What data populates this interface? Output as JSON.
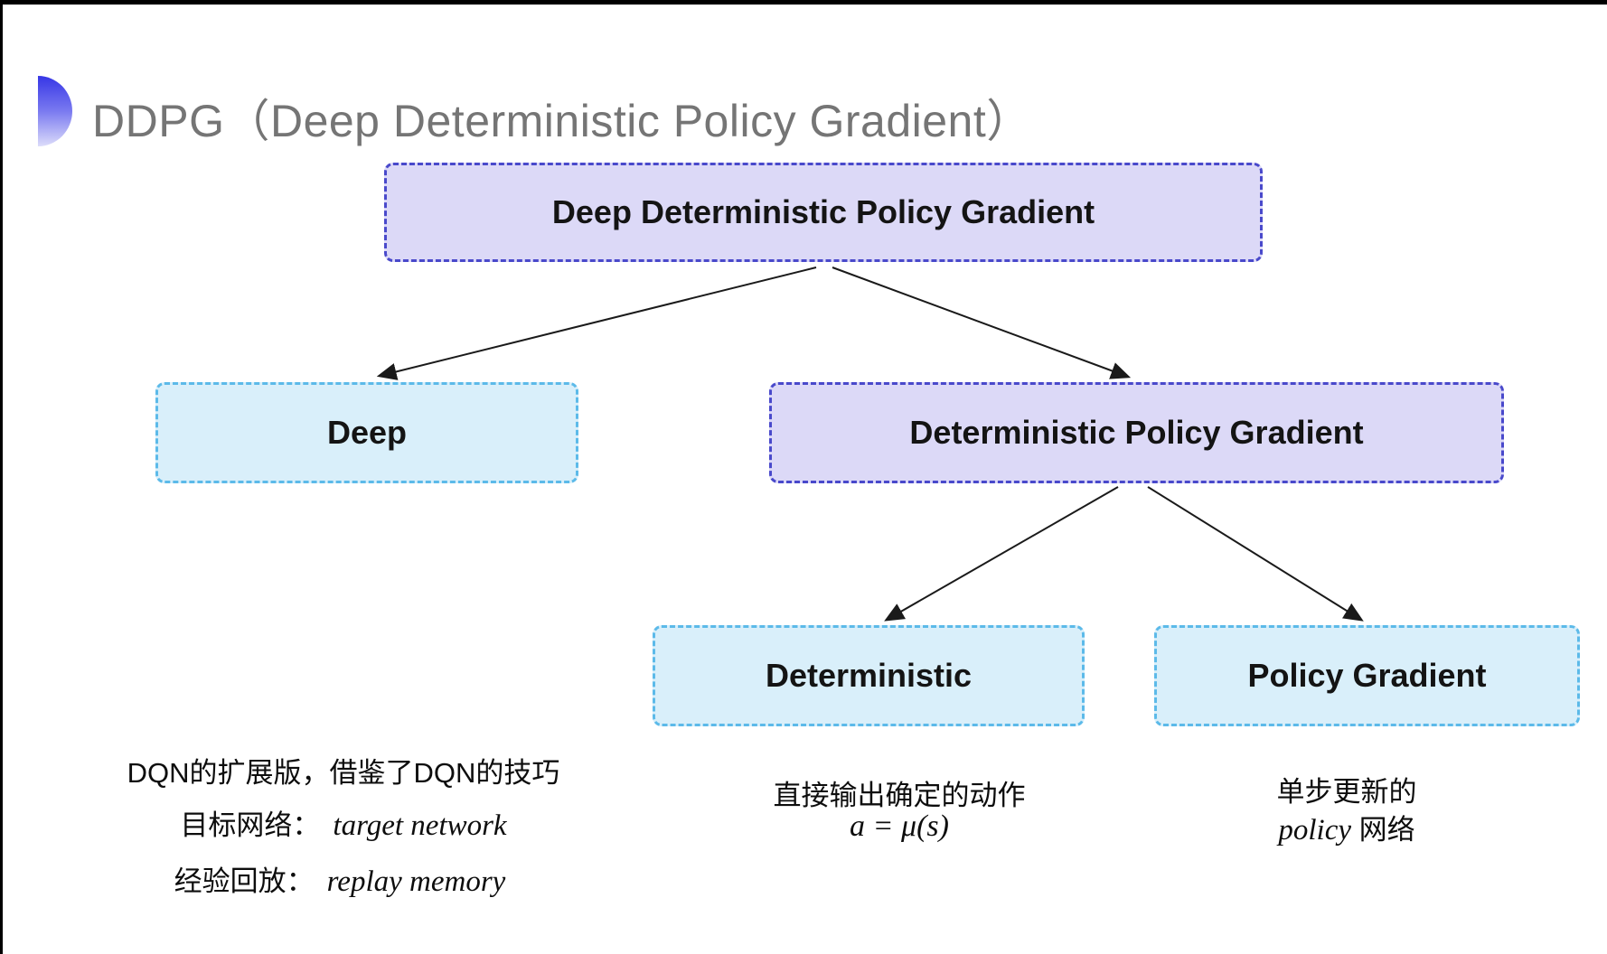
{
  "title": {
    "text": "DDPG（Deep Deterministic Policy Gradient）"
  },
  "colors": {
    "frame": "#000000",
    "title_color": "#757575",
    "bullet_top": "#3636e6",
    "bullet_bottom": "#dcdcfa",
    "purple_fill": "#dcd9f7",
    "purple_border": "#4949cb",
    "cyan_fill": "#d9effa",
    "cyan_border": "#5cbae9",
    "arrow": "#1a1a1a"
  },
  "nodes": {
    "root": {
      "label": "Deep Deterministic Policy Gradient"
    },
    "deep": {
      "label": "Deep"
    },
    "dpg": {
      "label": "Deterministic Policy Gradient"
    },
    "deterministic": {
      "label": "Deterministic"
    },
    "policy_gradient": {
      "label": "Policy Gradient"
    }
  },
  "annotations": {
    "deep": {
      "line1": "DQN的扩展版，借鉴了DQN的技巧",
      "line2_label": "目标网络：",
      "line2_term": "target network",
      "line3_label": "经验回放：",
      "line3_term": "replay memory"
    },
    "deterministic": {
      "line1": "直接输出确定的动作",
      "formula": "a = μ(s)"
    },
    "policy_gradient": {
      "line1": "单步更新的",
      "term": "policy",
      "line2_rest": "网络"
    }
  }
}
